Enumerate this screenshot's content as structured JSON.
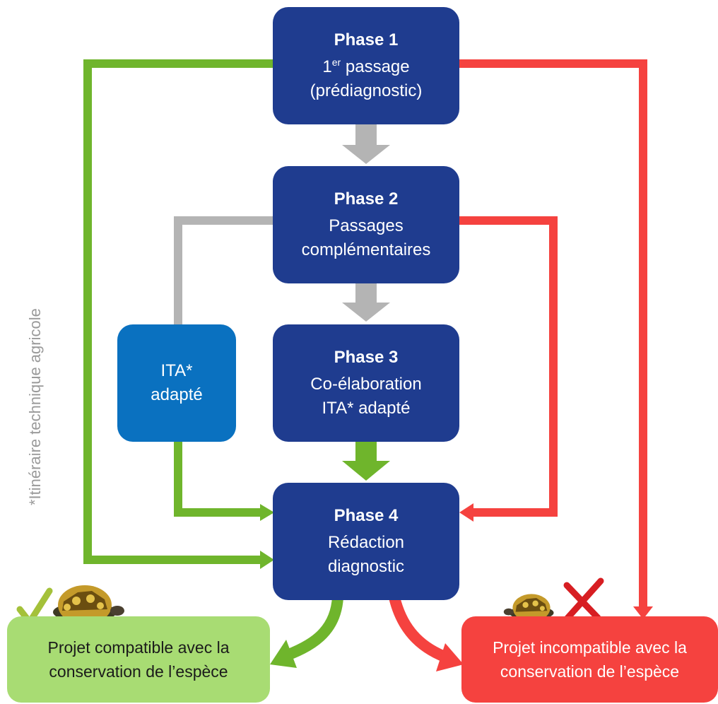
{
  "phase1": {
    "title": "Phase 1",
    "line1": "1",
    "sup": "er",
    "line1_rest": " passage",
    "line2": "(prédiagnostic)"
  },
  "phase2": {
    "title": "Phase 2",
    "line1": "Passages",
    "line2": "complémentaires"
  },
  "phase3": {
    "title": "Phase 3",
    "line1": "Co-élaboration",
    "line2": "ITA* adapté"
  },
  "phase4": {
    "title": "Phase 4",
    "line1": "Rédaction",
    "line2": "diagnostic"
  },
  "ita": {
    "line1": "ITA*",
    "line2": "adapté"
  },
  "outcome_ok": {
    "line1": "Projet compatible avec la",
    "line2": "conservation de l’espèce"
  },
  "outcome_ko": {
    "line1": "Projet incompatible avec la",
    "line2": "conservation de l’espèce"
  },
  "footnote": "*Itinéraire technique agricole",
  "colors": {
    "navy": "#1f3c8f",
    "blue": "#0a71c0",
    "green": "#6fb52c",
    "red": "#f5423f",
    "grey": "#b4b4b4",
    "light_green": "#a8dc73"
  }
}
